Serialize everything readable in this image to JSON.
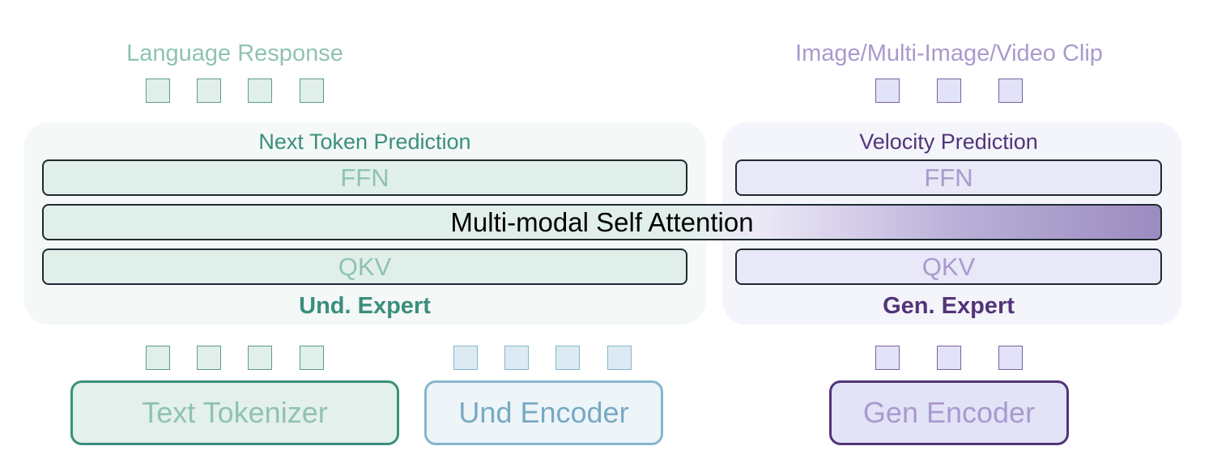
{
  "top": {
    "language_response": "Language Response",
    "image_output": "Image/Multi-Image/Video Clip"
  },
  "und_expert": {
    "head": "Next Token Prediction",
    "ffn": "FFN",
    "qkv": "QKV",
    "name": "Und. Expert"
  },
  "gen_expert": {
    "head": "Velocity Prediction",
    "ffn": "FFN",
    "qkv": "QKV",
    "name": "Gen. Expert"
  },
  "shared": {
    "attention": "Multi-modal Self Attention"
  },
  "encoders": {
    "text": "Text Tokenizer",
    "und": "Und Encoder",
    "gen": "Gen Encoder"
  },
  "colors": {
    "green_text": "#8fc3b1",
    "green_dark": "#3a8f7c",
    "purple_text": "#a99acd",
    "purple_dark": "#523478",
    "blue_text": "#78a9c4"
  }
}
